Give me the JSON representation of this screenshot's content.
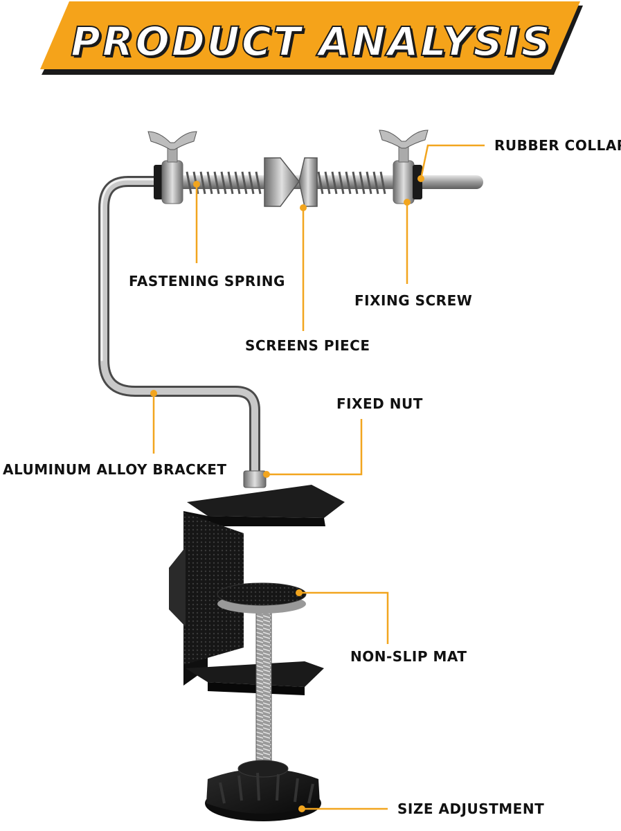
{
  "banner": {
    "title": "PRODUCT ANALYSIS",
    "background_color": "#f5a31a",
    "shadow_color": "#1a1a1a"
  },
  "callouts": {
    "rubber_collar": "RUBBER COLLAR",
    "fastening_spring": "FASTENING SPRING",
    "fixing_screw": "FIXING SCREW",
    "screens_piece": "SCREENS PIECE",
    "fixed_nut": "FIXED NUT",
    "aluminum_alloy_bracket": "ALUMINUM ALLOY BRACKET",
    "non_slip_mat": "NON-SLIP MAT",
    "size_adjustment": "SIZE ADJUSTMENT"
  },
  "colors": {
    "callout_line": "#f2a51e",
    "metal": "#b8b8b8",
    "clamp": "#151515"
  }
}
